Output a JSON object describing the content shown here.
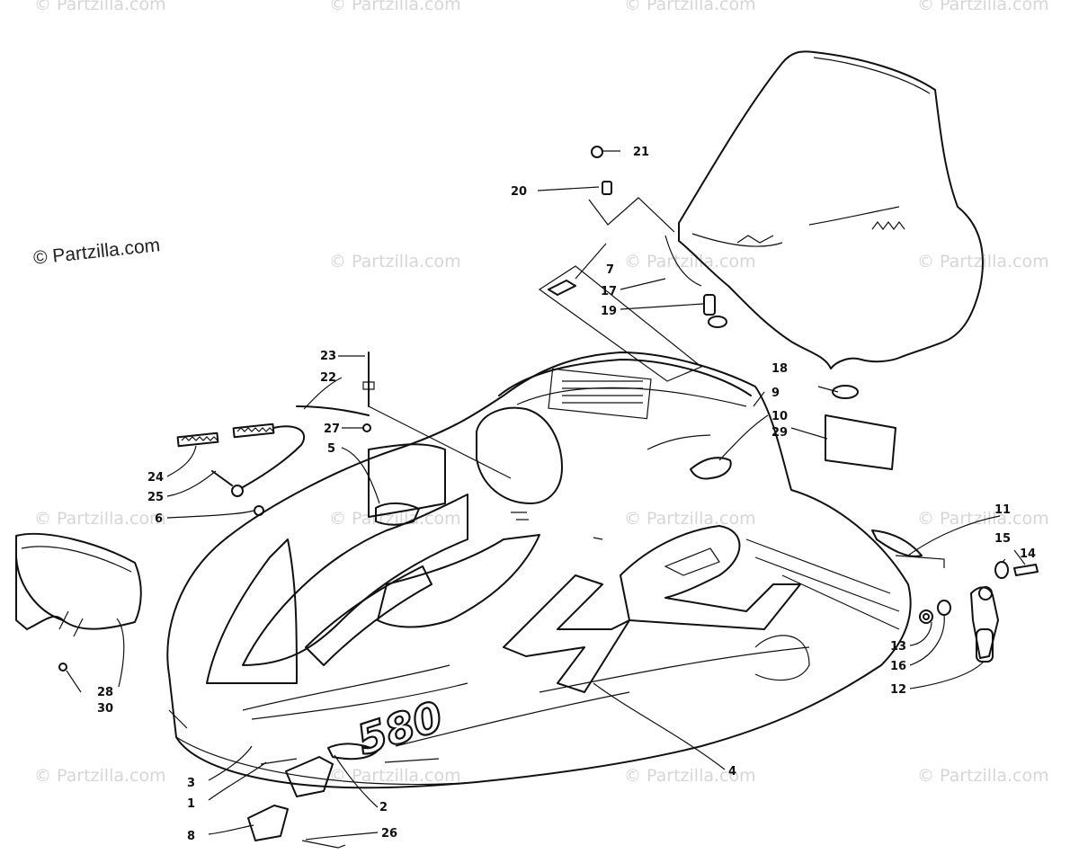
{
  "watermark_text": "© Partzilla.com",
  "copyright": "© Partzilla.com",
  "decal_text": "580",
  "callouts": [
    "1",
    "2",
    "3",
    "4",
    "5",
    "6",
    "7",
    "8",
    "9",
    "10",
    "11",
    "12",
    "13",
    "14",
    "15",
    "16",
    "17",
    "18",
    "19",
    "20",
    "21",
    "22",
    "23",
    "24",
    "25",
    "26",
    "27",
    "28",
    "29",
    "30"
  ]
}
